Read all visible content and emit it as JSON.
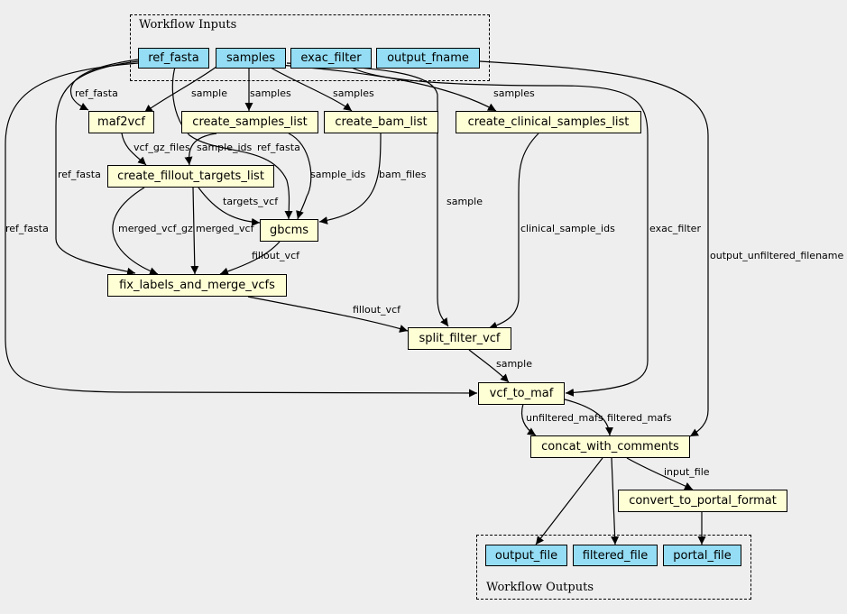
{
  "clusters": {
    "inputs": "Workflow Inputs",
    "outputs": "Workflow Outputs"
  },
  "inputs": {
    "ref_fasta": "ref_fasta",
    "samples": "samples",
    "exac_filter": "exac_filter",
    "output_fname": "output_fname"
  },
  "steps": {
    "maf2vcf": "maf2vcf",
    "create_samples_list": "create_samples_list",
    "create_bam_list": "create_bam_list",
    "create_clinical_samples_list": "create_clinical_samples_list",
    "create_fillout_targets_list": "create_fillout_targets_list",
    "gbcms": "gbcms",
    "fix_labels_and_merge_vcfs": "fix_labels_and_merge_vcfs",
    "split_filter_vcf": "split_filter_vcf",
    "vcf_to_maf": "vcf_to_maf",
    "concat_with_comments": "concat_with_comments",
    "convert_to_portal_format": "convert_to_portal_format"
  },
  "outputs": {
    "output_file": "output_file",
    "filtered_file": "filtered_file",
    "portal_file": "portal_file"
  },
  "edge_labels": {
    "ref_fasta_maf2vcf": "ref_fasta",
    "samples_maf2vcf": "sample",
    "samples_create_samples_list": "samples",
    "samples_create_bam_list": "samples",
    "samples_create_clinical": "samples",
    "ref_fasta_fix": "ref_fasta",
    "ref_fasta_vcf_to_maf": "ref_fasta",
    "maf2vcf_fillout": "vcf_gz_files",
    "create_samples_list_fillout": "sample_ids",
    "ref_fasta_gbcms": "ref_fasta",
    "create_samples_list_gbcms": "sample_ids",
    "create_bam_list_gbcms": "bam_files",
    "samples_split": "sample",
    "clinical_split": "clinical_sample_ids",
    "exac_vcf_to_maf": "exac_filter",
    "output_fname_concat": "output_unfiltered_filename",
    "fillout_gbcms": "targets_vcf",
    "fillout_fix_gz": "merged_vcf_gz",
    "fillout_fix_vcf": "merged_vcf",
    "gbcms_fix": "fillout_vcf",
    "fix_split": "fillout_vcf",
    "split_vcf_to_maf": "sample",
    "vcf_to_maf_concat_unfiltered": "unfiltered_mafs",
    "vcf_to_maf_concat_filtered": "filtered_mafs",
    "concat_convert": "input_file"
  }
}
